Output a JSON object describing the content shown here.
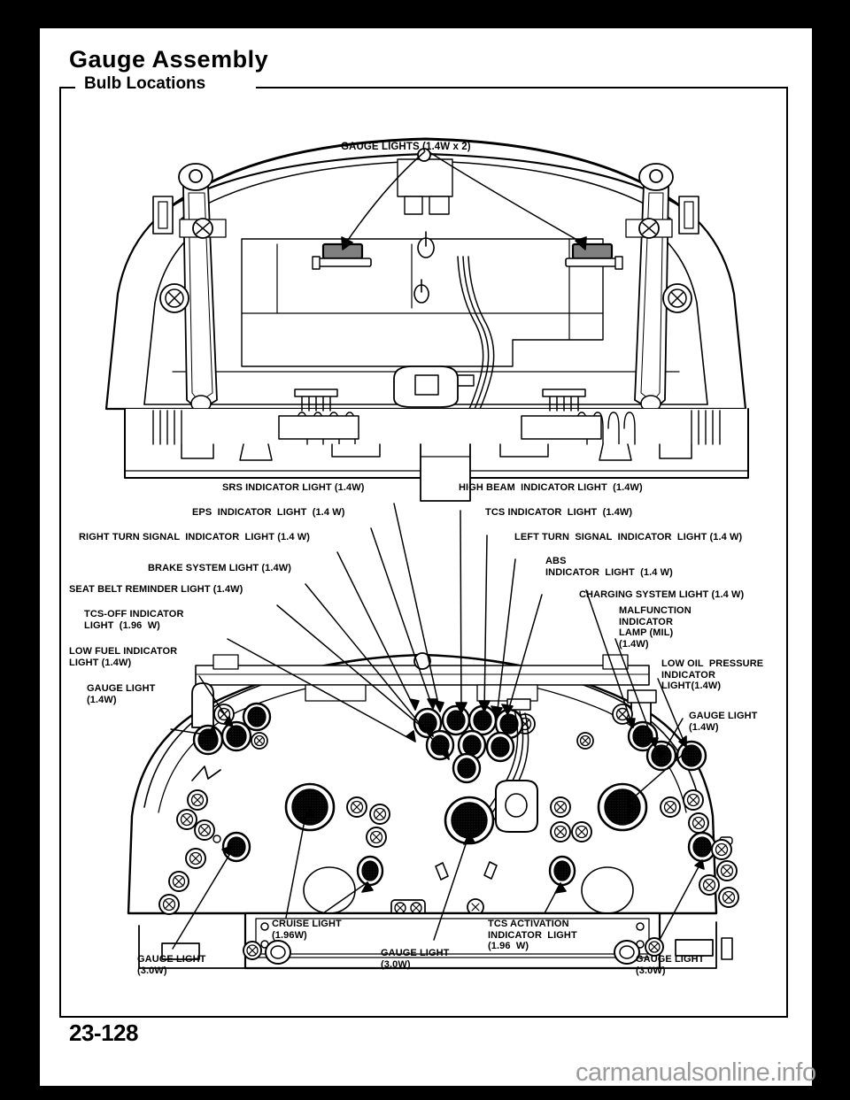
{
  "document": {
    "title": "Gauge Assembly",
    "section_label": "Bulb  Locations",
    "page_number": "23-128",
    "watermark": "carmanualsonline.info"
  },
  "colors": {
    "page_border": "#000000",
    "paper": "#ffffff",
    "ink": "#000000",
    "watermark": "#9b9b9b",
    "bulb_hatch": "#b0b0b0"
  },
  "figures": {
    "top": {
      "name": "gauge-assembly-rear-view",
      "callouts": [
        {
          "id": "gauge-lights-pair",
          "text": "GAUGE LIGHTS (1.4W x 2)"
        }
      ]
    },
    "bottom": {
      "name": "gauge-assembly-bulb-socket-view",
      "callouts_left": [
        {
          "id": "srs-indicator-light",
          "text": "SRS INDICATOR LIGHT (1.4W)"
        },
        {
          "id": "eps-indicator-light",
          "text": "EPS  INDICATOR  LIGHT  (1.4 W)"
        },
        {
          "id": "right-turn-signal-indicator-light",
          "text": "RIGHT TURN SIGNAL  INDICATOR  LIGHT (1.4 W)"
        },
        {
          "id": "brake-system-light",
          "text": "BRAKE SYSTEM LIGHT (1.4W)"
        },
        {
          "id": "seat-belt-reminder-light",
          "text": "SEAT BELT REMINDER LIGHT (1.4W)"
        },
        {
          "id": "tcs-off-indicator-light",
          "text": "TCS-OFF INDICATOR\nLIGHT  (1.96  W)"
        },
        {
          "id": "low-fuel-indicator-light",
          "text": "LOW FUEL INDICATOR\nLIGHT (1.4W)"
        },
        {
          "id": "gauge-light-left-1-4w",
          "text": "GAUGE LIGHT\n(1.4W)"
        }
      ],
      "callouts_right": [
        {
          "id": "high-beam-indicator-light",
          "text": "HIGH BEAM  INDICATOR LIGHT  (1.4W)"
        },
        {
          "id": "tcs-indicator-light",
          "text": "TCS INDICATOR  LIGHT  (1.4W)"
        },
        {
          "id": "left-turn-signal-indicator-light",
          "text": "LEFT TURN  SIGNAL  INDICATOR  LIGHT (1.4 W)"
        },
        {
          "id": "abs-indicator-light",
          "text": "ABS\nINDICATOR  LIGHT  (1.4 W)"
        },
        {
          "id": "charging-system-light",
          "text": "CHARGING SYSTEM LIGHT (1.4 W)"
        },
        {
          "id": "malfunction-indicator-lamp",
          "text": "MALFUNCTION\nINDICATOR\nLAMP (MIL)\n(1.4W)"
        },
        {
          "id": "low-oil-pressure-indicator-light",
          "text": "LOW OIL  PRESSURE\nINDICATOR\nLIGHT(1.4W)"
        },
        {
          "id": "gauge-light-right-1-4w",
          "text": "GAUGE LIGHT\n(1.4W)"
        }
      ],
      "callouts_bottom": [
        {
          "id": "gauge-light-bottom-left-3w",
          "text": "GAUGE LIGHT\n(3.0W)"
        },
        {
          "id": "cruise-light",
          "text": "CRUISE LIGHT\n(1.96W)"
        },
        {
          "id": "gauge-light-bottom-center-3w",
          "text": "GAUGE LIGHT\n(3.0W)"
        },
        {
          "id": "tcs-activation-indicator-light",
          "text": "TCS ACTIVATION\nINDICATOR  LIGHT\n(1.96  W)"
        },
        {
          "id": "gauge-light-bottom-right-3w",
          "text": "GAUGE LIGHT\n(3.0W)"
        }
      ]
    }
  }
}
